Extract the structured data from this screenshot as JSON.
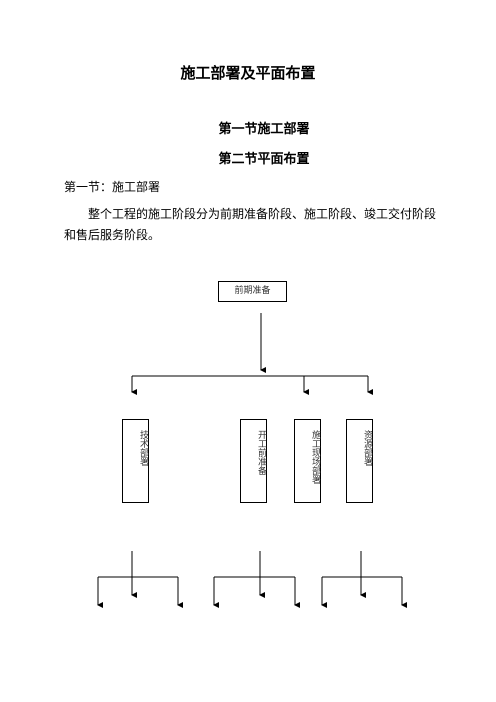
{
  "document": {
    "title": "施工部署及平面布置",
    "section_1_title": "第一节施工部署",
    "section_2_title": "第二节平面布置",
    "heading": "第一节：施工部署",
    "paragraph": "整个工程的施工阶段分为前期准备阶段、施工阶段、竣工交付阶段和售后服务阶段。"
  },
  "diagram": {
    "root": "前期准备",
    "children": [
      "技术部署",
      "开工前准备",
      "施工现场部署",
      "资源部署"
    ]
  }
}
